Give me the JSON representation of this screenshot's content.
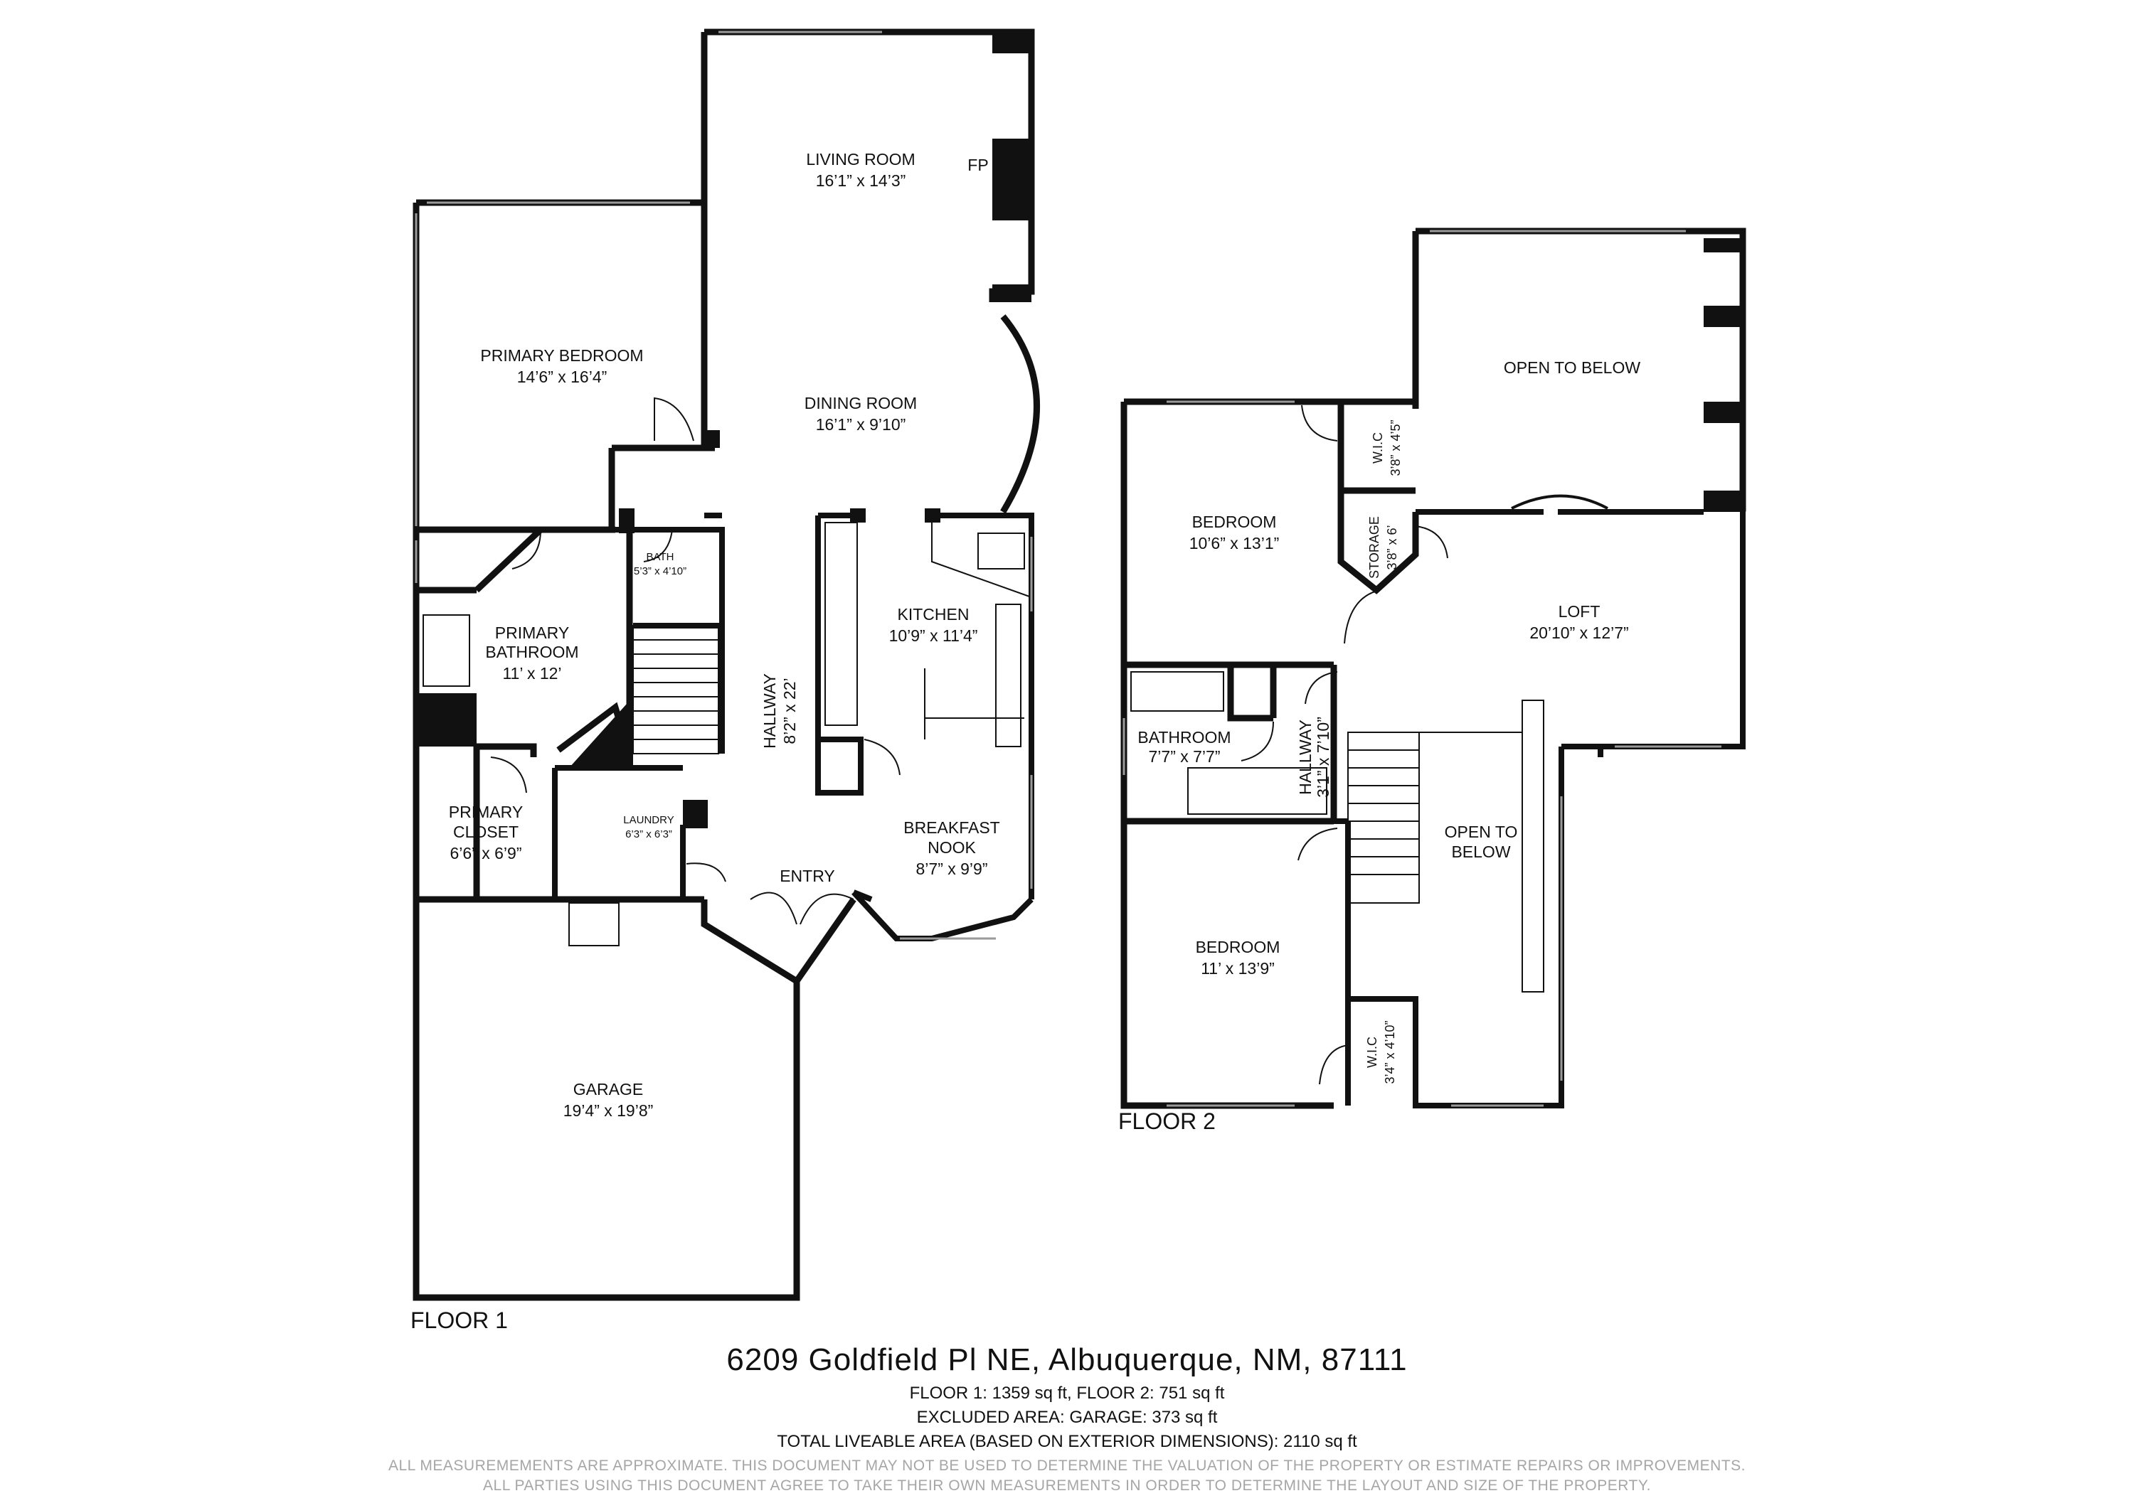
{
  "floor1": {
    "label": "FLOOR 1",
    "rooms": {
      "living_room": {
        "name": "LIVING ROOM",
        "dim": "16’1” x 14’3”"
      },
      "fp": "FP",
      "dining_room": {
        "name": "DINING ROOM",
        "dim": "16’1” x 9’10”"
      },
      "primary_bedroom": {
        "name": "PRIMARY BEDROOM",
        "dim": "14’6” x 16’4”"
      },
      "bath": {
        "name": "BATH",
        "dim": "5’3” x 4’10”"
      },
      "primary_bathroom": {
        "name1": "PRIMARY",
        "name2": "BATHROOM",
        "dim": "11’ x 12’"
      },
      "hallway": {
        "name": "HALLWAY",
        "dim": "8’2” x 22’"
      },
      "kitchen": {
        "name": "KITCHEN",
        "dim": "10’9” x 11’4”"
      },
      "breakfast_nook": {
        "name1": "BREAKFAST",
        "name2": "NOOK",
        "dim": "8’7” x 9’9”"
      },
      "laundry": {
        "name": "LAUNDRY",
        "dim": "6’3” x 6’3”"
      },
      "primary_closet": {
        "name1": "PRIMARY",
        "name2": "CLOSET",
        "dim": "6’6” x 6’9”"
      },
      "entry": {
        "name": "ENTRY"
      },
      "garage": {
        "name": "GARAGE",
        "dim": "19’4” x 19’8”"
      }
    }
  },
  "floor2": {
    "label": "FLOOR 2",
    "rooms": {
      "open_to_below_top": {
        "name": "OPEN TO BELOW"
      },
      "wic_top": {
        "name": "W.I.C",
        "dim": "3’8” x 4’5”"
      },
      "bedroom_top": {
        "name": "BEDROOM",
        "dim": "10’6” x 13’1”"
      },
      "storage": {
        "name": "STORAGE",
        "dim": "3’8” x 6’"
      },
      "loft": {
        "name": "LOFT",
        "dim": "20’10” x 12’7”"
      },
      "bathroom": {
        "name": "BATHROOM",
        "dim": "7’7” x 7’7”"
      },
      "hallway": {
        "name": "HALLWAY",
        "dim": "3’1” x 7’10”"
      },
      "open_to_below_mid": {
        "name1": "OPEN TO",
        "name2": "BELOW"
      },
      "bedroom_bottom": {
        "name": "BEDROOM",
        "dim": "11’ x 13’9”"
      },
      "wic_bottom": {
        "name": "W.I.C",
        "dim": "3’4” x 4’10”"
      }
    }
  },
  "footer": {
    "address": "6209 Goldfield Pl NE, Albuquerque, NM, 87111",
    "floor_areas": "FLOOR 1: 1359 sq ft, FLOOR 2: 751 sq ft",
    "excluded_area": "EXCLUDED AREA: GARAGE: 373 sq ft",
    "total_area": "TOTAL LIVEABLE AREA (BASED ON EXTERIOR DIMENSIONS): 2110 sq ft",
    "disclaimer1": "ALL MEASUREMEMENTS ARE APPROXIMATE. THIS DOCUMENT MAY NOT BE USED TO DETERMINE THE VALUATION OF THE PROPERTY OR ESTIMATE REPAIRS OR IMPROVEMENTS.",
    "disclaimer2": "ALL PARTIES USING THIS DOCUMENT AGREE TO TAKE THEIR OWN MEASUREMENTS IN ORDER TO DETERMINE THE LAYOUT AND SIZE OF THE PROPERTY."
  },
  "colors": {
    "wall": "#111111",
    "window": "#9a9a9a",
    "disclaimer": "#a6a6a6"
  }
}
